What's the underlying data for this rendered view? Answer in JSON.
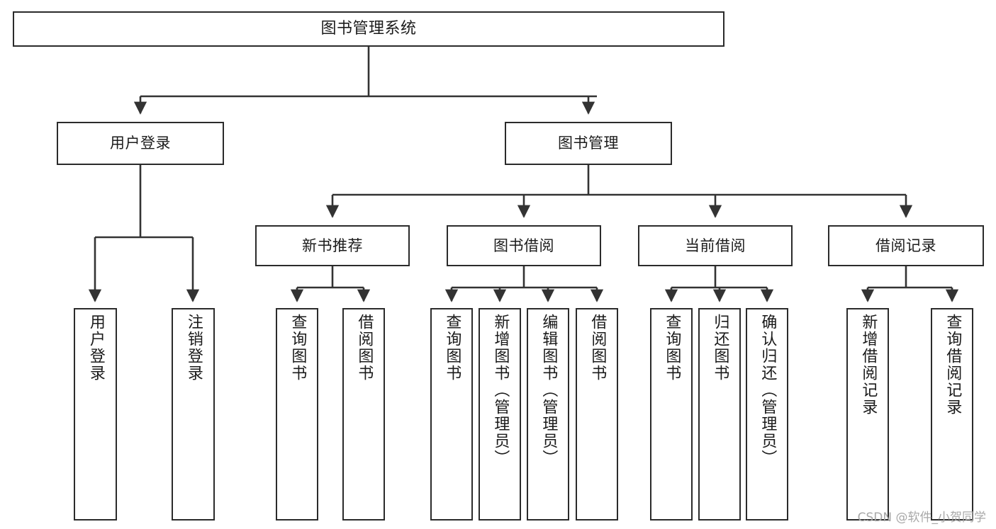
{
  "diagram": {
    "type": "tree",
    "title": "图书管理系统",
    "watermark": "CSDN @软件_小贺同学",
    "colors": {
      "box_border": "#2b2b2b",
      "box_fill": "#ffffff",
      "edge": "#333333",
      "text": "#1b1b1b",
      "watermark": "#a8a8a8",
      "background": "#ffffff"
    },
    "nodes": {
      "root": {
        "label": "图书管理系统"
      },
      "level2": [
        {
          "label": "用户登录"
        },
        {
          "label": "图书管理"
        }
      ],
      "level3": [
        {
          "label": "新书推荐"
        },
        {
          "label": "图书借阅"
        },
        {
          "label": "当前借阅"
        },
        {
          "label": "借阅记录"
        }
      ],
      "leaves": {
        "user_login": [
          {
            "label": "用户登录"
          },
          {
            "label": "注销登录"
          }
        ],
        "new_book_rec": [
          {
            "label": "查询图书"
          },
          {
            "label": "借阅图书"
          }
        ],
        "book_borrow": [
          {
            "label": "查询图书"
          },
          {
            "label": "新增图书（管理员）"
          },
          {
            "label": "编辑图书（管理员）"
          },
          {
            "label": "借阅图书"
          }
        ],
        "current_borrow": [
          {
            "label": "查询图书"
          },
          {
            "label": "归还图书"
          },
          {
            "label": "确认归还（管理员）"
          }
        ],
        "borrow_record": [
          {
            "label": "新增借阅记录"
          },
          {
            "label": "查询借阅记录"
          }
        ]
      }
    }
  }
}
